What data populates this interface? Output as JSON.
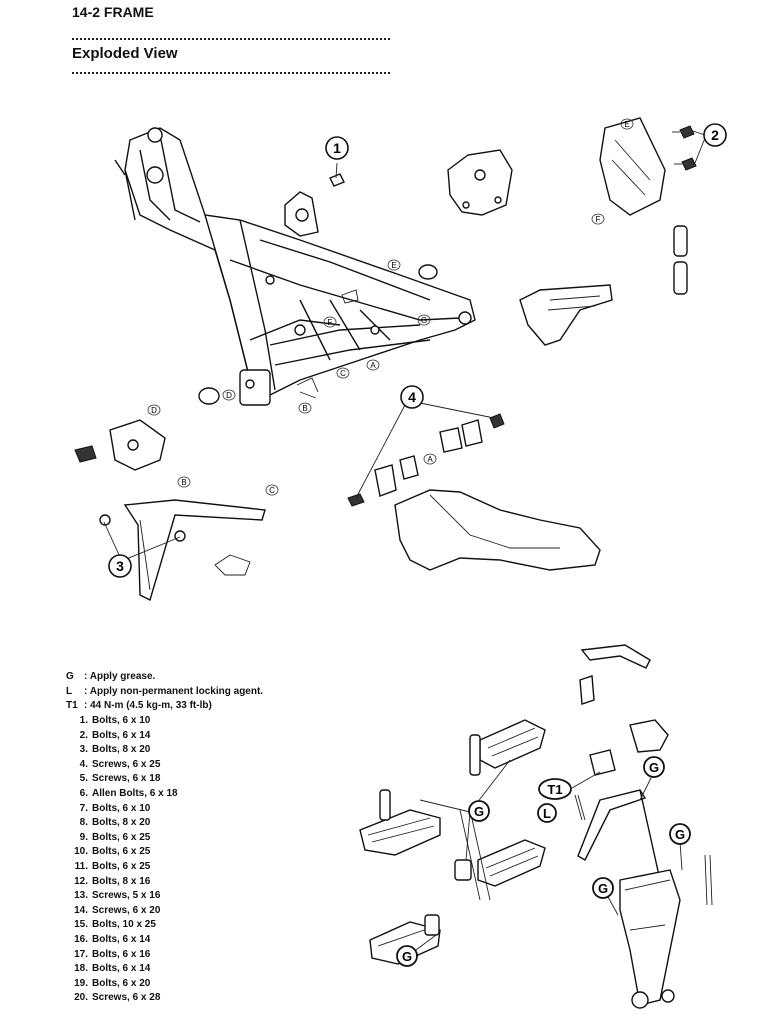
{
  "header": {
    "section": "14-2 FRAME"
  },
  "section_title": "Exploded View",
  "callouts": {
    "c1": "1",
    "c2": "2",
    "c3": "3",
    "c4": "4",
    "t1": "T1",
    "l": "L",
    "g": "G"
  },
  "tags": {
    "a": "A",
    "b": "B",
    "c": "C",
    "d": "D",
    "e": "E",
    "f": "F",
    "g": "G"
  },
  "legend": [
    {
      "key": "G",
      "text": ": Apply grease."
    },
    {
      "key": "L",
      "text": ": Apply non-permanent locking agent."
    },
    {
      "key": "T1",
      "text": ": 44 N-m (4.5 kg-m, 33 ft-lb)"
    }
  ],
  "parts": [
    {
      "num": "1.",
      "text": "Bolts, 6 x 10"
    },
    {
      "num": "2.",
      "text": "Bolts, 6 x 14"
    },
    {
      "num": "3.",
      "text": "Bolts, 8 x 20"
    },
    {
      "num": "4.",
      "text": "Screws, 6 x 25"
    },
    {
      "num": "5.",
      "text": "Screws, 6 x 18"
    },
    {
      "num": "6.",
      "text": "Allen Bolts, 6 x 18"
    },
    {
      "num": "7.",
      "text": "Bolts, 6 x 10"
    },
    {
      "num": "8.",
      "text": "Bolts, 8 x 20"
    },
    {
      "num": "9.",
      "text": "Bolts, 6 x 25"
    },
    {
      "num": "10.",
      "text": "Bolts, 6 x 25"
    },
    {
      "num": "11.",
      "text": "Bolts, 6 x 25"
    },
    {
      "num": "12.",
      "text": "Bolts, 8 x 16"
    },
    {
      "num": "13.",
      "text": "Screws, 5 x 16"
    },
    {
      "num": "14.",
      "text": "Screws, 6 x 20"
    },
    {
      "num": "15.",
      "text": "Bolts, 10 x 25"
    },
    {
      "num": "16.",
      "text": "Bolts, 6 x 14"
    },
    {
      "num": "17.",
      "text": "Bolts, 6 x 16"
    },
    {
      "num": "18.",
      "text": "Bolts, 6 x 14"
    },
    {
      "num": "19.",
      "text": "Bolts, 6 x 20"
    },
    {
      "num": "20.",
      "text": "Screws, 6 x 28"
    }
  ]
}
